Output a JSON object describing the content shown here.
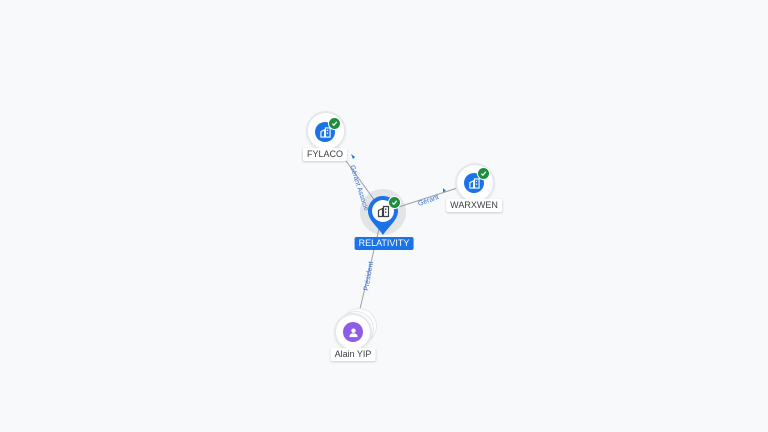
{
  "colors": {
    "company": "#1a73e8",
    "person": "#8e5ce6",
    "verified": "#1e8e3e",
    "edge": "#9aa0a6",
    "edge_label": "#3b6fd4"
  },
  "nodes": {
    "relativity": {
      "label": "RELATIVITY",
      "icon": "building-icon",
      "verified": true,
      "selected": true
    },
    "fylaco": {
      "label": "FYLACO",
      "icon": "building-icon",
      "verified": true
    },
    "warxwen": {
      "label": "WARXWEN",
      "icon": "building-icon",
      "verified": true
    },
    "alain_yip": {
      "label": "Alain YIP",
      "icon": "person-icon",
      "verified": false
    }
  },
  "edges": {
    "relativity_fylaco": {
      "label": "Gérant Associé"
    },
    "relativity_warxwen": {
      "label": "Gérant"
    },
    "relativity_alain_yip": {
      "label": "Président"
    }
  }
}
